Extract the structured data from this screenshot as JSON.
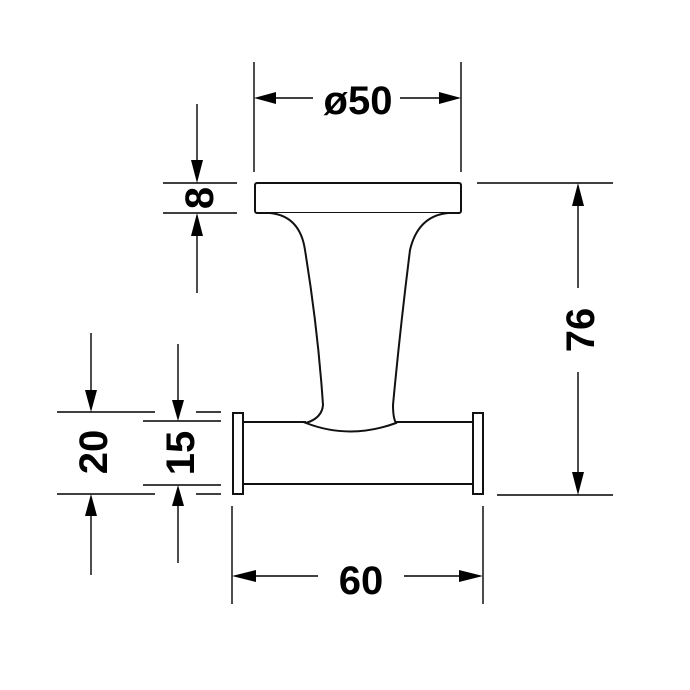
{
  "drawing": {
    "subject": "double towel hook technical dimension drawing",
    "units": "mm",
    "line_color": "#000000",
    "background": "#ffffff"
  },
  "dimensions": {
    "base_diameter": {
      "label": "ø50",
      "value": 50,
      "orientation": "horizontal",
      "position": "top"
    },
    "base_thickness": {
      "label": "8",
      "value": 8,
      "orientation": "vertical",
      "position": "left-upper"
    },
    "total_height": {
      "label": "76",
      "value": 76,
      "orientation": "vertical",
      "position": "right"
    },
    "outer_bar_height": {
      "label": "20",
      "value": 20,
      "orientation": "vertical",
      "position": "left-lower"
    },
    "bar_height": {
      "label": "15",
      "value": 15,
      "orientation": "vertical",
      "position": "left-lower-inner"
    },
    "bar_width": {
      "label": "60",
      "value": 60,
      "orientation": "horizontal",
      "position": "bottom"
    }
  }
}
